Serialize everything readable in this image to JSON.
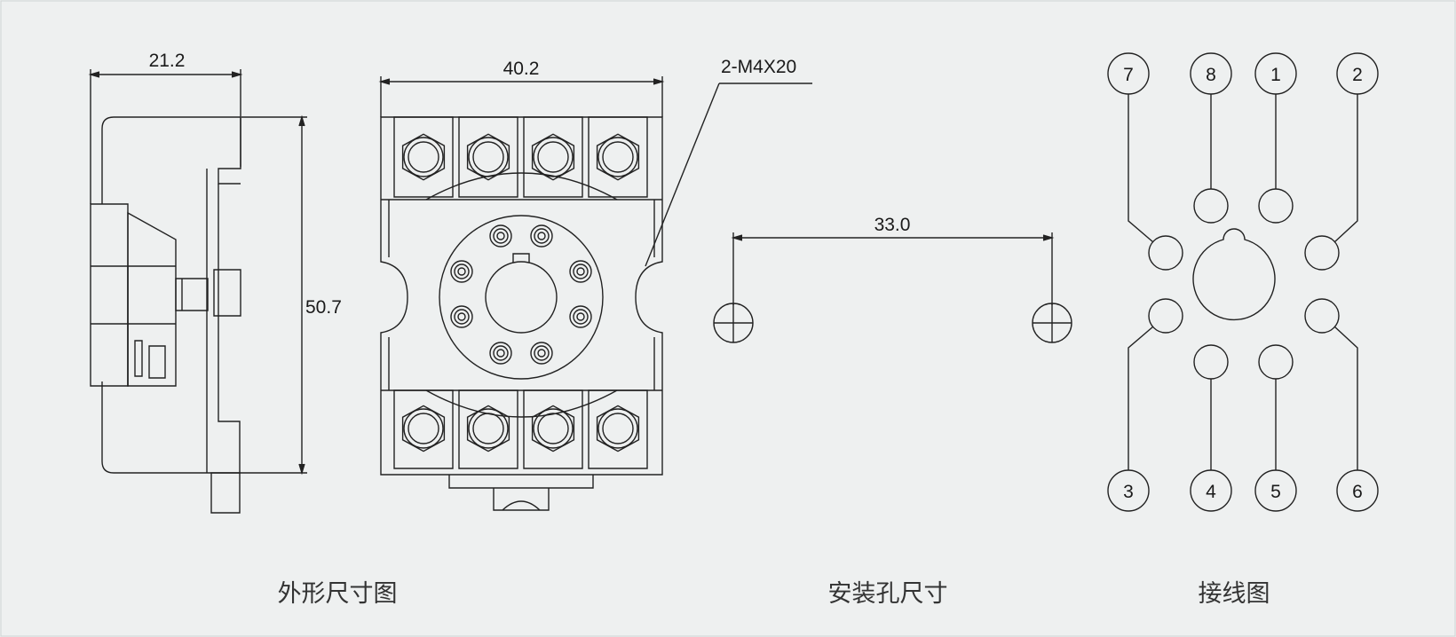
{
  "side_view": {
    "width_label": "21.2",
    "height_label": "50.7",
    "caption": "外形尺寸图"
  },
  "front_view": {
    "width_label": "40.2",
    "screw_label": "2-M4X20"
  },
  "mounting": {
    "spacing_label": "33.0",
    "caption": "安装孔尺寸"
  },
  "wiring": {
    "caption": "接线图",
    "pins": [
      "7",
      "8",
      "1",
      "2",
      "3",
      "4",
      "5",
      "6"
    ]
  },
  "colors": {
    "background": "#eef0f0",
    "line": "#222222",
    "caption": "#333333"
  }
}
